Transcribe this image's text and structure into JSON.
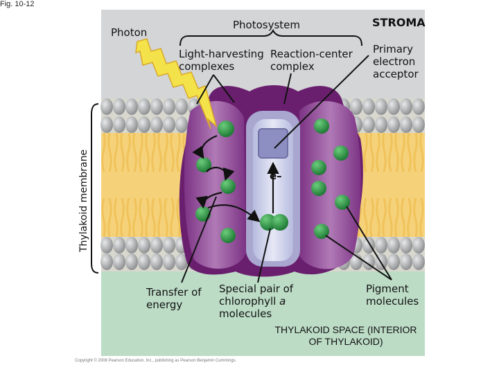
{
  "figure_label": "Fig. 10-12",
  "labels": {
    "photon": "Photon",
    "photosystem": "Photosystem",
    "stroma": "STROMA",
    "light_harvesting": "Light-harvesting complexes",
    "reaction_center": "Reaction-center complex",
    "primary_acceptor": "Primary electron acceptor",
    "thylakoid_membrane": "Thylakoid membrane",
    "transfer_energy": "Transfer of energy",
    "special_pair_pre": "Special pair of chlorophyll ",
    "special_pair_a": "a",
    "special_pair_post": " molecules",
    "pigment_molecules": "Pigment molecules",
    "thylakoid_space": "THYLAKOID SPACE (INTERIOR OF THYLAKOID)",
    "electron": "e–"
  },
  "copyright": "Copyright © 2008 Pearson Education, Inc., publishing as Pearson Benjamin Cummings.",
  "colors": {
    "stroma_bg": "#d0d3d4",
    "thylakoid_space_bg": "#bcdcc6",
    "lipid_head": "#b5b7b9",
    "lipid_tail": "#f0c25a",
    "protein_outer": "#6a1f6e",
    "protein_light": "#9b5ca3",
    "reaction_center": "#cfd2ea",
    "chlorophyll": "#2f9a4a",
    "photon_bolt": "#f4e24a"
  },
  "icons": {
    "photon": "lightning-bolt-icon",
    "chlorophyll": "chlorophyll-dot-icon"
  }
}
